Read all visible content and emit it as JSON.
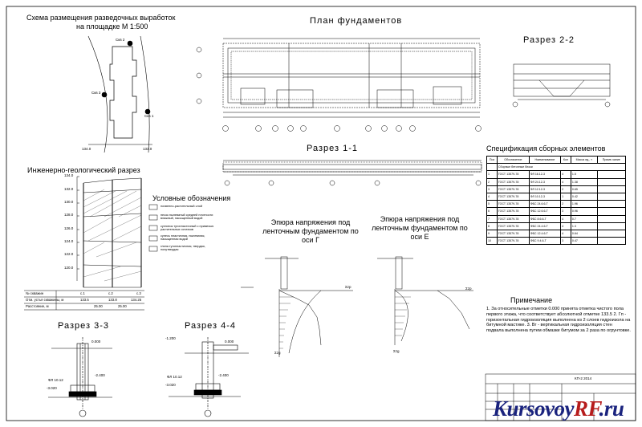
{
  "titles": {
    "scheme": "Схема размещения разведочных выработок",
    "scheme_sub": "на площадке М 1:500",
    "plan": "План фундаментов",
    "section22": "Разрез 2-2",
    "section11": "Разрез 1-1",
    "spec": "Спецификация сборных элементов",
    "geo": "Инженерно-геологический разрез",
    "legend": "Условные обозначения",
    "epure_g": "Эпюра напряжения под ленточным фундаментом по оси Г",
    "epure_e": "Эпюра напряжения под ленточным фундаментом по оси Е",
    "section33": "Разрез 3-3",
    "section44": "Разрез 4-4",
    "notes": "Примечание"
  },
  "scheme_labels": {
    "well2": "Скв 2",
    "well3": "Скв 3",
    "well1": "Скв 1",
    "bottom_left": "134.0",
    "bottom_right": "133.0"
  },
  "geo_axis": [
    "134.0",
    "132.0",
    "130.0",
    "128.0",
    "126.0",
    "124.0",
    "122.0",
    "120.0"
  ],
  "geo_rows": [
    {
      "label": "№ скважин",
      "values": [
        "с.1",
        "с.2",
        "с.3"
      ]
    },
    {
      "label": "Отм. устья скважины, м",
      "values": [
        "133.5",
        "133.8",
        "134.25"
      ]
    },
    {
      "label": "Расстояние, м",
      "values": [
        "25.00",
        "25.00"
      ]
    }
  ],
  "legend_items": [
    "почвенно-растительный слой",
    "песок пылеватый средней плотности влажный, насыщенный водой",
    "суглинок тугопластичный с примесью растительных остатков",
    "супесь пластичная, пылеватая, насыщенная водой",
    "глина тугопластичная, твердая, полутвердая"
  ],
  "spec": {
    "headers": [
      "Поз",
      "Обозначение",
      "Наименование",
      "Кол",
      "Масса ед., т",
      "Приме-чание"
    ],
    "group": "Сборные бетонные блоки",
    "rows": [
      [
        "1",
        "ГОСТ 13579-78",
        "ФЛ 16.12-3",
        "4",
        "1.5"
      ],
      [
        "2",
        "ГОСТ 13579-78",
        "ФЛ 24.12-3",
        "4",
        "1.38"
      ],
      [
        "3",
        "ГОСТ 13579-78",
        "ФЛ 12.12-3",
        "2",
        "0.65"
      ],
      [
        "4",
        "ГОСТ 13579-78",
        "ФЛ 10.12-3",
        "1",
        "0.42"
      ],
      [
        "5",
        "ГОСТ 13579-78",
        "ФБС 24.6.6-Т",
        "2",
        "1.96"
      ],
      [
        "6",
        "ГОСТ 13579-78",
        "ФБС 12.6.6-Т",
        "3",
        "0.96"
      ],
      [
        "7",
        "ГОСТ 13579-78",
        "ФБС 8.6.6-Т",
        "4",
        "0.7"
      ],
      [
        "8",
        "ГОСТ 13579-78",
        "ФБС 24.4.6-Т",
        "4",
        "1.3"
      ],
      [
        "9",
        "ГОСТ 13579-78",
        "ФБС 12.4.6-Т",
        "4",
        "0.64"
      ],
      [
        "10",
        "ГОСТ 13579-78",
        "ФБС 9.4.6-Т",
        "3",
        "0.47"
      ]
    ]
  },
  "notes_text": "1. За относительные отметки 0.000 принята отметка чистого пола первого этажа, что соответствует абсолютной отметке 133.5 2. Гп - горизонтальная гидроизоляция выполнена из 2 слоев гидроизола на битумной мастике. 3. Вг - вертикальная гидроизоляция стен подвала выполнена путем обмазки битумом за 2 раза по огрунтовке.",
  "section_labels": {
    "s33_top": "0.000",
    "s33_mid": "-2.400",
    "s33_bot": "-3.020",
    "s33_f": "ФЛ 10.12",
    "s44_left": "-1.200",
    "s44_mid": "-2.400",
    "s44_bot": "-3.020",
    "s44_f": "ФЛ 10.12",
    "s44_top": "0.000"
  },
  "epure_labels": {
    "sigma_zp": "Σzp",
    "sigma_zg": "Σzg",
    "sigma_zp2": "Σzp",
    "sigma_zg2": "Σzg"
  },
  "stamp": {
    "code": "КП-2  2014"
  },
  "watermark": {
    "main": "Kursovoy",
    "accent": "RF",
    "tld": ".ru"
  }
}
